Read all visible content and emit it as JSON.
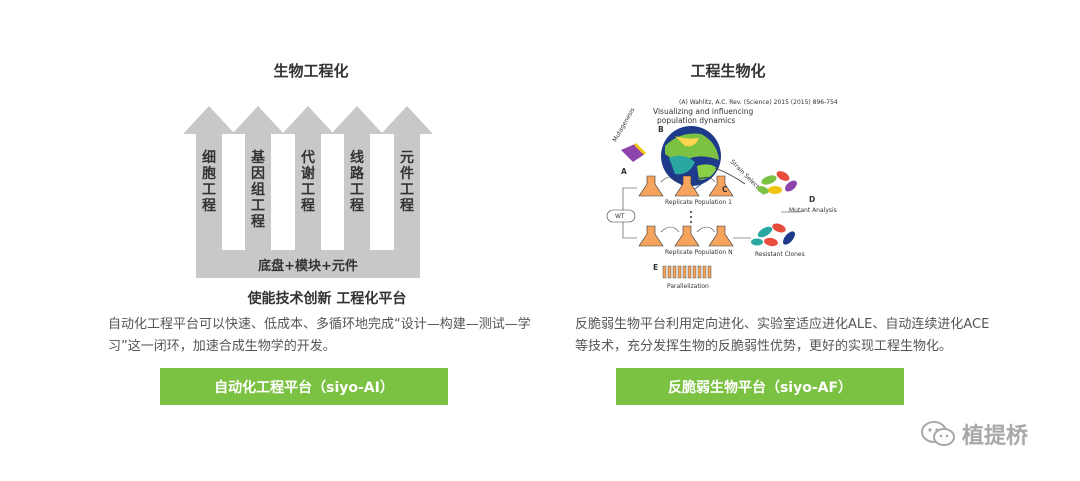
{
  "left": {
    "heading": "生物工程化",
    "arrows": [
      {
        "label": "细胞工程"
      },
      {
        "label": "基因组工程"
      },
      {
        "label": "代谢工程"
      },
      {
        "label": "线路工程"
      },
      {
        "label": "元件工程"
      }
    ],
    "base_label": "底盘+模块+元件",
    "subtitle": "使能技术创新 工程化平台",
    "description": "自动化工程平台可以快速、低成本、多循环地完成“设计—构建—测试—学习”这一闭环，加速合成生物学的开发。",
    "button_label": "自动化工程平台（siyo-AI）",
    "colors": {
      "arrow": "#c8c8c8",
      "button": "#7cc242"
    }
  },
  "right": {
    "heading": "工程生物化",
    "figure": {
      "citation": "(A) Wahlitz, A.C. Rev. (Science) 2015 (2015) 896-754",
      "panel_b": "B",
      "panel_b_title_1": "Visualizing and influencing",
      "panel_b_title_2": "population dynamics",
      "mutagenesis": "Mutagenesis",
      "panel_a": "A",
      "strain_selection": "Strain Selection",
      "panel_c": "C",
      "panel_d": "D",
      "mutant_analysis": "Mutant Analysis",
      "wt": "WT",
      "replicate_1": "Replicate Population 1",
      "replicate_n": "Replicate Population N",
      "resistant": "Resistant Clones",
      "panel_e": "E",
      "parallelization": "Parallelization"
    },
    "description": "反脆弱生物平台利用定向进化、实验室适应进化ALE、自动连续进化ACE等技术，充分发挥生物的反脆弱性优势，更好的实现工程生物化。",
    "button_label": "反脆弱生物平台（siyo-AF）"
  },
  "watermark": {
    "text": "植提桥",
    "icon": "wechat-icon"
  }
}
